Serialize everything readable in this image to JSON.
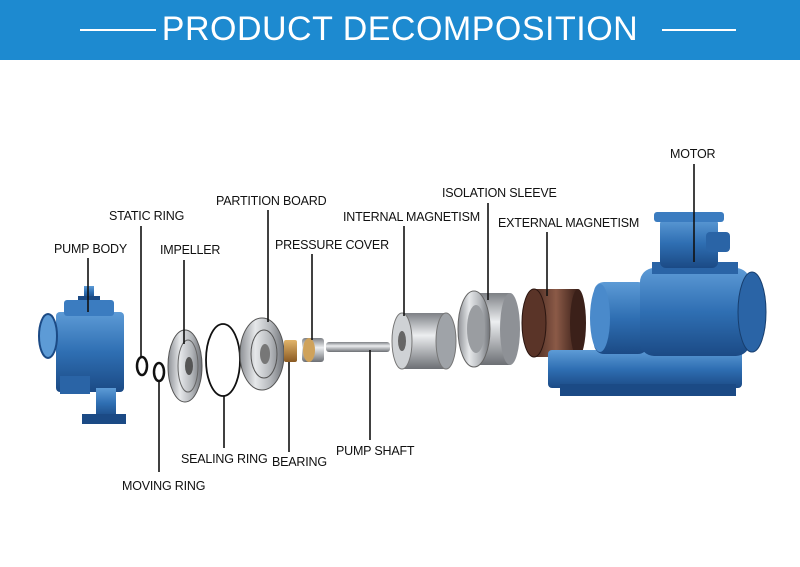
{
  "header": {
    "title": "PRODUCT DECOMPOSITION"
  },
  "colors": {
    "header_bg": "#1d8ad0",
    "pump_blue": "#2f6fb3",
    "metal": "#b9bcc0",
    "magnet_brown": "#7a4a3a"
  },
  "parts": {
    "pump_body": "PUMP BODY",
    "static_ring": "STATIC RING",
    "impeller": "IMPELLER",
    "partition_board": "PARTITION BOARD",
    "pressure_cover": "PRESSURE COVER",
    "internal_magnetism": "INTERNAL MAGNETISM",
    "isolation_sleeve": "ISOLATION SLEEVE",
    "external_magnetism": "EXTERNAL MAGNETISM",
    "motor": "MOTOR",
    "moving_ring": "MOVING RING",
    "sealing_ring": "SEALING RING",
    "bearing": "BEARING",
    "pump_shaft": "PUMP SHAFT"
  }
}
